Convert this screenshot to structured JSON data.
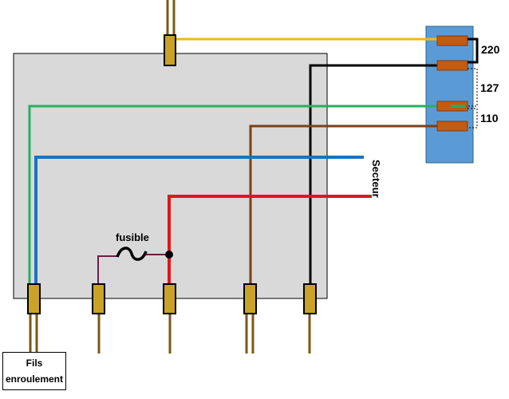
{
  "labels": {
    "fusible": "fusible",
    "secteur": "Secteur",
    "fils_line1": "Fils",
    "fils_line2": "enroulement",
    "v220": "220",
    "v127": "127",
    "v110": "110"
  },
  "colors": {
    "panel": "#d9d9d9",
    "connector": "#c9a227",
    "selector_box": "#5b9bd5",
    "selector_tab": "#c55a11",
    "wire_yellow": "#f2b619",
    "wire_black": "#000000",
    "wire_green": "#27ae60",
    "wire_brown": "#7b3f16",
    "wire_blue": "#1a73c0",
    "wire_red": "#e3151a",
    "wire_purple": "#6b1d4a",
    "lead": "#7a5a12"
  }
}
